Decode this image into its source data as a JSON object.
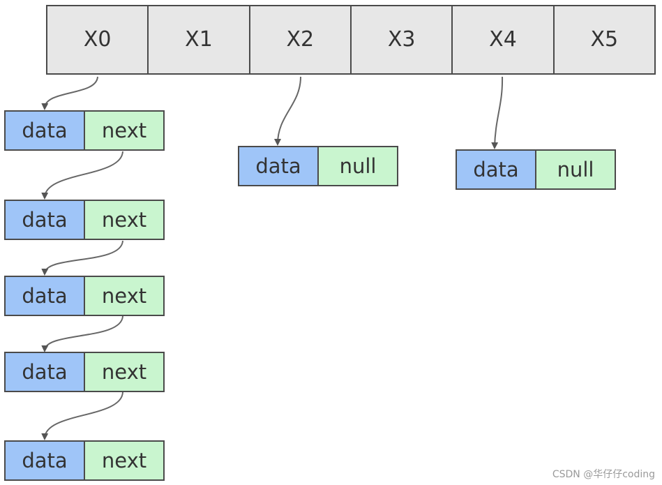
{
  "array": {
    "slots": [
      "X0",
      "X1",
      "X2",
      "X3",
      "X4",
      "X5"
    ]
  },
  "chain": {
    "nodes": [
      {
        "data": "data",
        "next": "next"
      },
      {
        "data": "data",
        "next": "next"
      },
      {
        "data": "data",
        "next": "next"
      },
      {
        "data": "data",
        "next": "next"
      },
      {
        "data": "data",
        "next": "next"
      }
    ]
  },
  "x2_node": {
    "data": "data",
    "next": "null"
  },
  "x4_node": {
    "data": "data",
    "next": "null"
  },
  "colors": {
    "slot_fill": "#e7e7e7",
    "data_fill": "#9fc5f8",
    "next_fill": "#c9f5cf",
    "border": "#4a4a4a",
    "arrow": "#555555"
  },
  "watermark": "CSDN @华仔仔coding"
}
